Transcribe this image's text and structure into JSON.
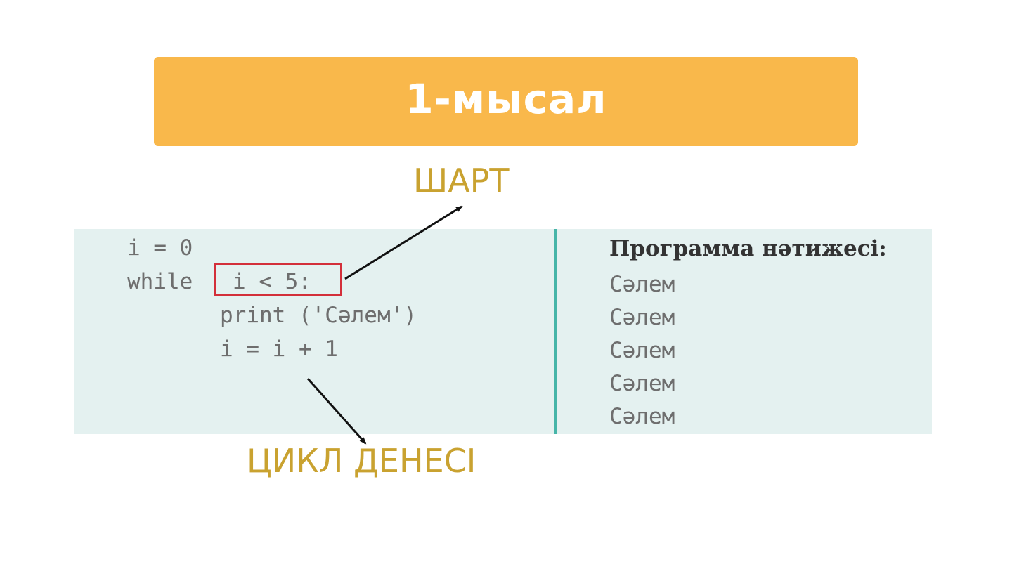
{
  "slide": {
    "title": "1-мысал",
    "colors": {
      "title_bar": "#f9b84b",
      "annotation": "#c9a230",
      "code_panel": "#e4f1f0",
      "divider": "#46b5a8",
      "highlight_box": "#d32f3a",
      "arrow": "#111111"
    }
  },
  "annotations": {
    "condition_label": "ШАРТ",
    "body_label": "ЦИКЛ ДЕНЕСІ"
  },
  "code": {
    "lines": [
      "i = 0",
      "while",
      "print ('Сәлем')",
      "i = i + 1"
    ],
    "condition": "i < 5:"
  },
  "output": {
    "title": "Программа нәтижесі:",
    "lines": [
      "Сәлем",
      "Сәлем",
      "Сәлем",
      "Сәлем",
      "Сәлем"
    ]
  }
}
